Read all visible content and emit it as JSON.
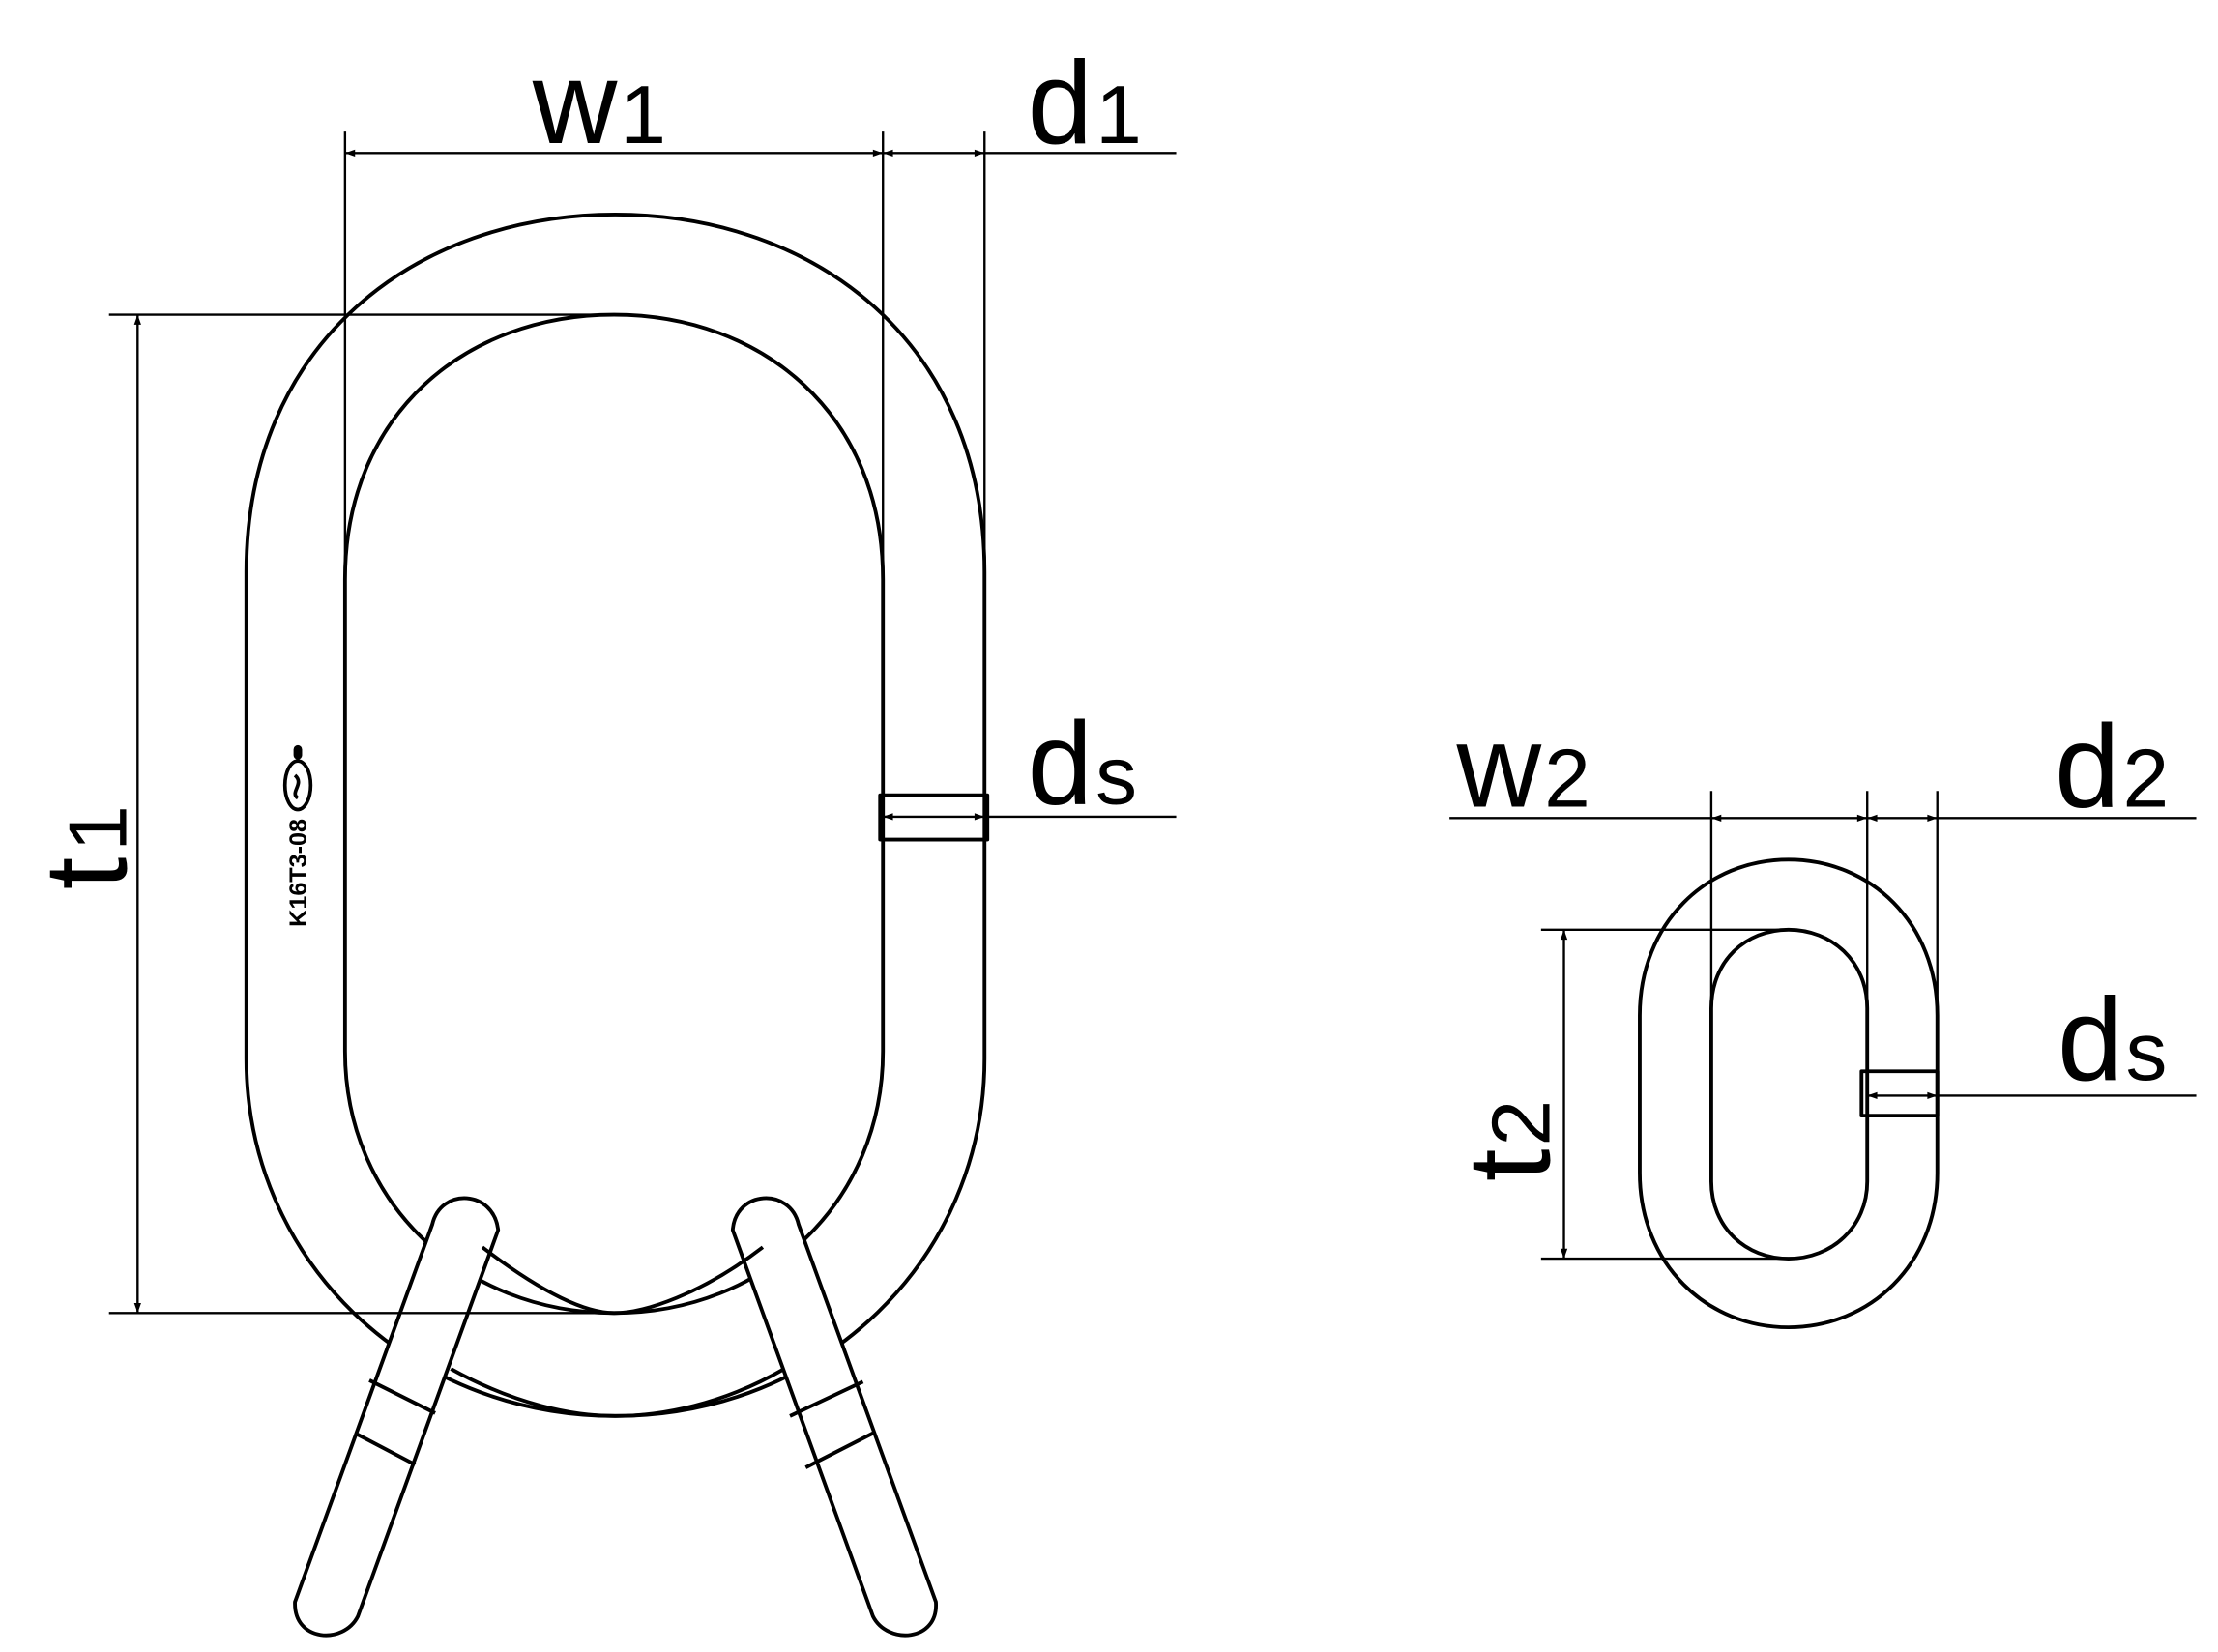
{
  "diagram": {
    "title": "Master link assembly with two sub-links and connecting link",
    "colors": {
      "line": "#000000",
      "background": "#ffffff"
    },
    "master_link": {
      "dimensions": {
        "w1": {
          "main": "w",
          "sub": "1"
        },
        "d1": {
          "main": "d",
          "sub": "1"
        },
        "t1": {
          "main": "t",
          "sub": "1"
        },
        "ds": {
          "main": "d",
          "sub": "s"
        }
      },
      "marking_text": "K16T3-08",
      "marking_logo": "manufacturer-logo"
    },
    "connecting_link": {
      "dimensions": {
        "w2": {
          "main": "w",
          "sub": "2"
        },
        "d2": {
          "main": "d",
          "sub": "2"
        },
        "t2": {
          "main": "t",
          "sub": "2"
        },
        "ds": {
          "main": "d",
          "sub": "s"
        }
      }
    }
  }
}
